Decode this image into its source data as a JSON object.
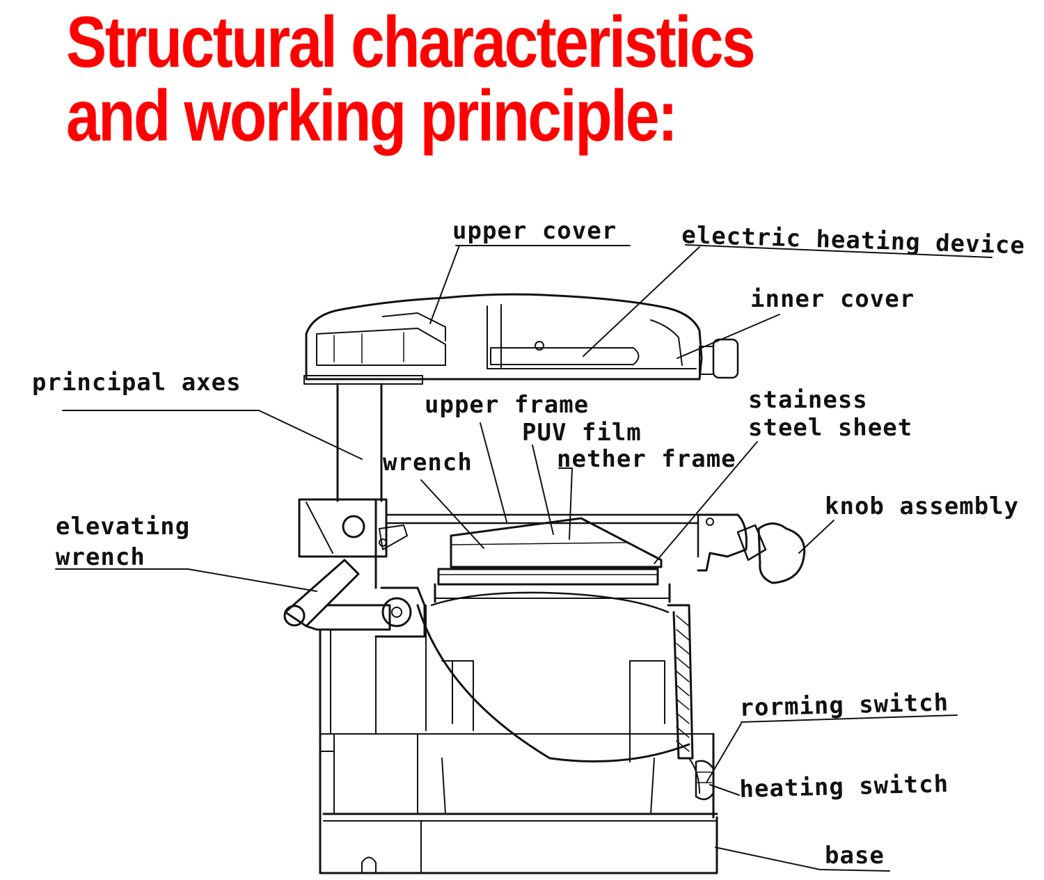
{
  "title": {
    "line1": "Structural characteristics",
    "line2": "and working principle:",
    "color": "#ff0000"
  },
  "labels": {
    "upper_cover": "upper cover",
    "electric_heating_device": "electric heating device",
    "inner_cover": "inner cover",
    "principal_axes": "principal axes",
    "upper_frame": "upper frame",
    "puv_film": "PUV film",
    "nether_frame": "nether frame",
    "stainess_line1": "stainess",
    "stainess_line2": "steel sheet",
    "wrench": "wrench",
    "knob_assembly": "knob assembly",
    "elevating_line1": "elevating",
    "elevating_line2": "wrench",
    "rorming_switch": "rorming switch",
    "heating_switch": "heating switch",
    "base": "base"
  }
}
